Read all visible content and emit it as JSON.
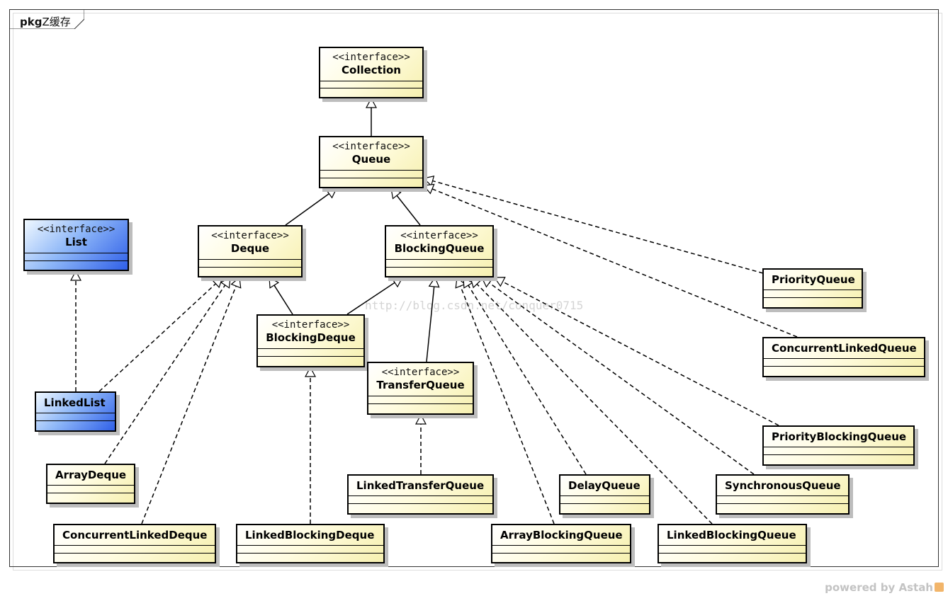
{
  "package": {
    "keyword": "pkg",
    "name": "Z缓存"
  },
  "stereotype": "<<interface>>",
  "classes": {
    "collection": {
      "name": "Collection",
      "stereotype": "<<interface>>"
    },
    "queue": {
      "name": "Queue",
      "stereotype": "<<interface>>"
    },
    "list": {
      "name": "List",
      "stereotype": "<<interface>>"
    },
    "deque": {
      "name": "Deque",
      "stereotype": "<<interface>>"
    },
    "blocking_queue": {
      "name": "BlockingQueue",
      "stereotype": "<<interface>>"
    },
    "blocking_deque": {
      "name": "BlockingDeque",
      "stereotype": "<<interface>>"
    },
    "transfer_queue": {
      "name": "TransferQueue",
      "stereotype": "<<interface>>"
    },
    "linked_list": {
      "name": "LinkedList"
    },
    "array_deque": {
      "name": "ArrayDeque"
    },
    "concurrent_linked_deque": {
      "name": "ConcurrentLinkedDeque"
    },
    "linked_blocking_deque": {
      "name": "LinkedBlockingDeque"
    },
    "linked_transfer_queue": {
      "name": "LinkedTransferQueue"
    },
    "delay_queue": {
      "name": "DelayQueue"
    },
    "array_blocking_queue": {
      "name": "ArrayBlockingQueue"
    },
    "linked_blocking_queue": {
      "name": "LinkedBlockingQueue"
    },
    "synchronous_queue": {
      "name": "SynchronousQueue"
    },
    "priority_blocking_queue": {
      "name": "PriorityBlockingQueue"
    },
    "priority_queue": {
      "name": "PriorityQueue"
    },
    "concurrent_linked_queue": {
      "name": "ConcurrentLinkedQueue"
    }
  },
  "colors": {
    "class_fill": "#fffce0",
    "highlight_fill": "#2f5fe8",
    "line": "#000000"
  },
  "watermark": "http://blog.csdn.net/conquer0715",
  "footer": {
    "powered_by": "powered by Astah"
  }
}
